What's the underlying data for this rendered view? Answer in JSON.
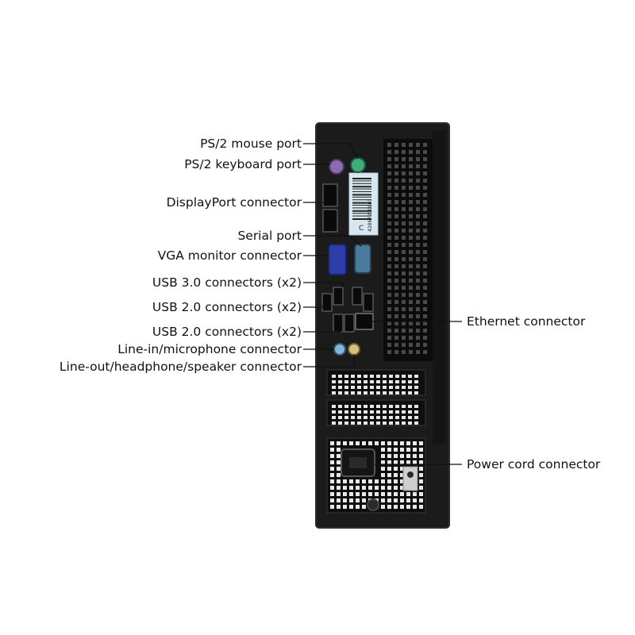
{
  "labels": {
    "ps2_mouse": "PS/2 mouse port",
    "ps2_keyboard": "PS/2 keyboard port",
    "displayport": "DisplayPort connector",
    "serial": "Serial port",
    "vga": "VGA monitor connector",
    "usb3": "USB 3.0 connectors (x2)",
    "usb2_upper": "USB 2.0 connectors (x2)",
    "usb2_lower": "USB 2.0 connectors (x2)",
    "line_in": "Line-in/microphone connector",
    "line_out": "Line-out/headphone/speaker connector",
    "ethernet": "Ethernet connector",
    "power": "Power cord connector"
  },
  "sticker": {
    "letter": "C",
    "code": "42867200001"
  },
  "colors": {
    "chassis": "#1b1b1b",
    "chassis_edge": "#2e2e2e",
    "ps2_mouse": "#3fae7a",
    "ps2_keyboard": "#8e6bb0",
    "vga": "#2d3fa6",
    "serial": "#4a7a9c",
    "line_in": "#7fb7d8",
    "line_out": "#d8c27a",
    "sticker": "#d7e7f0"
  }
}
